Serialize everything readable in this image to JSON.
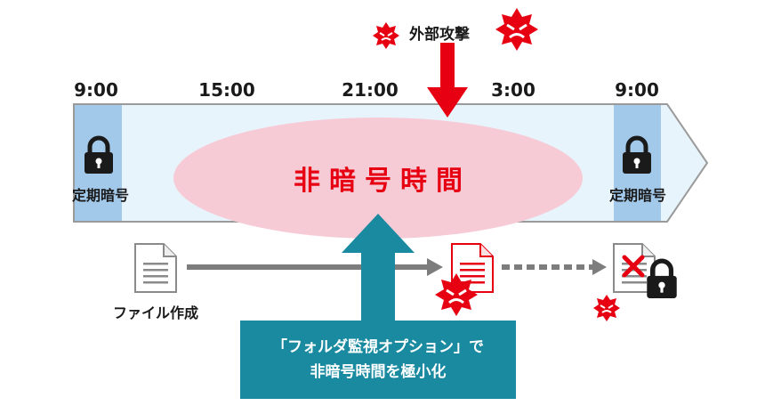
{
  "timeline": {
    "ticks": [
      "9:00",
      "15:00",
      "21:00",
      "3:00",
      "9:00"
    ],
    "left_label": "定期暗号",
    "right_label": "定期暗号",
    "unencrypted_label": "非暗号時間"
  },
  "attack": {
    "label": "外部攻撃"
  },
  "file": {
    "created_label": "ファイル作成"
  },
  "callout": {
    "line1": "「フォルダ監視オプション」で",
    "line2": "非暗号時間を極小化"
  },
  "colors": {
    "timeline_fill": "#e8f4fc",
    "timeline_border": "#9a9a9a",
    "encrypt_block": "#a3c9ea",
    "unenc_ellipse": "#f7cbd6",
    "accent_red": "#e60012",
    "callout_teal": "#1a8aa0",
    "arrow_gray": "#7d7d7d"
  },
  "icons": [
    "lock-icon",
    "document-icon",
    "virus-icon",
    "arrow-down-icon",
    "arrow-up-icon",
    "cross-icon"
  ]
}
